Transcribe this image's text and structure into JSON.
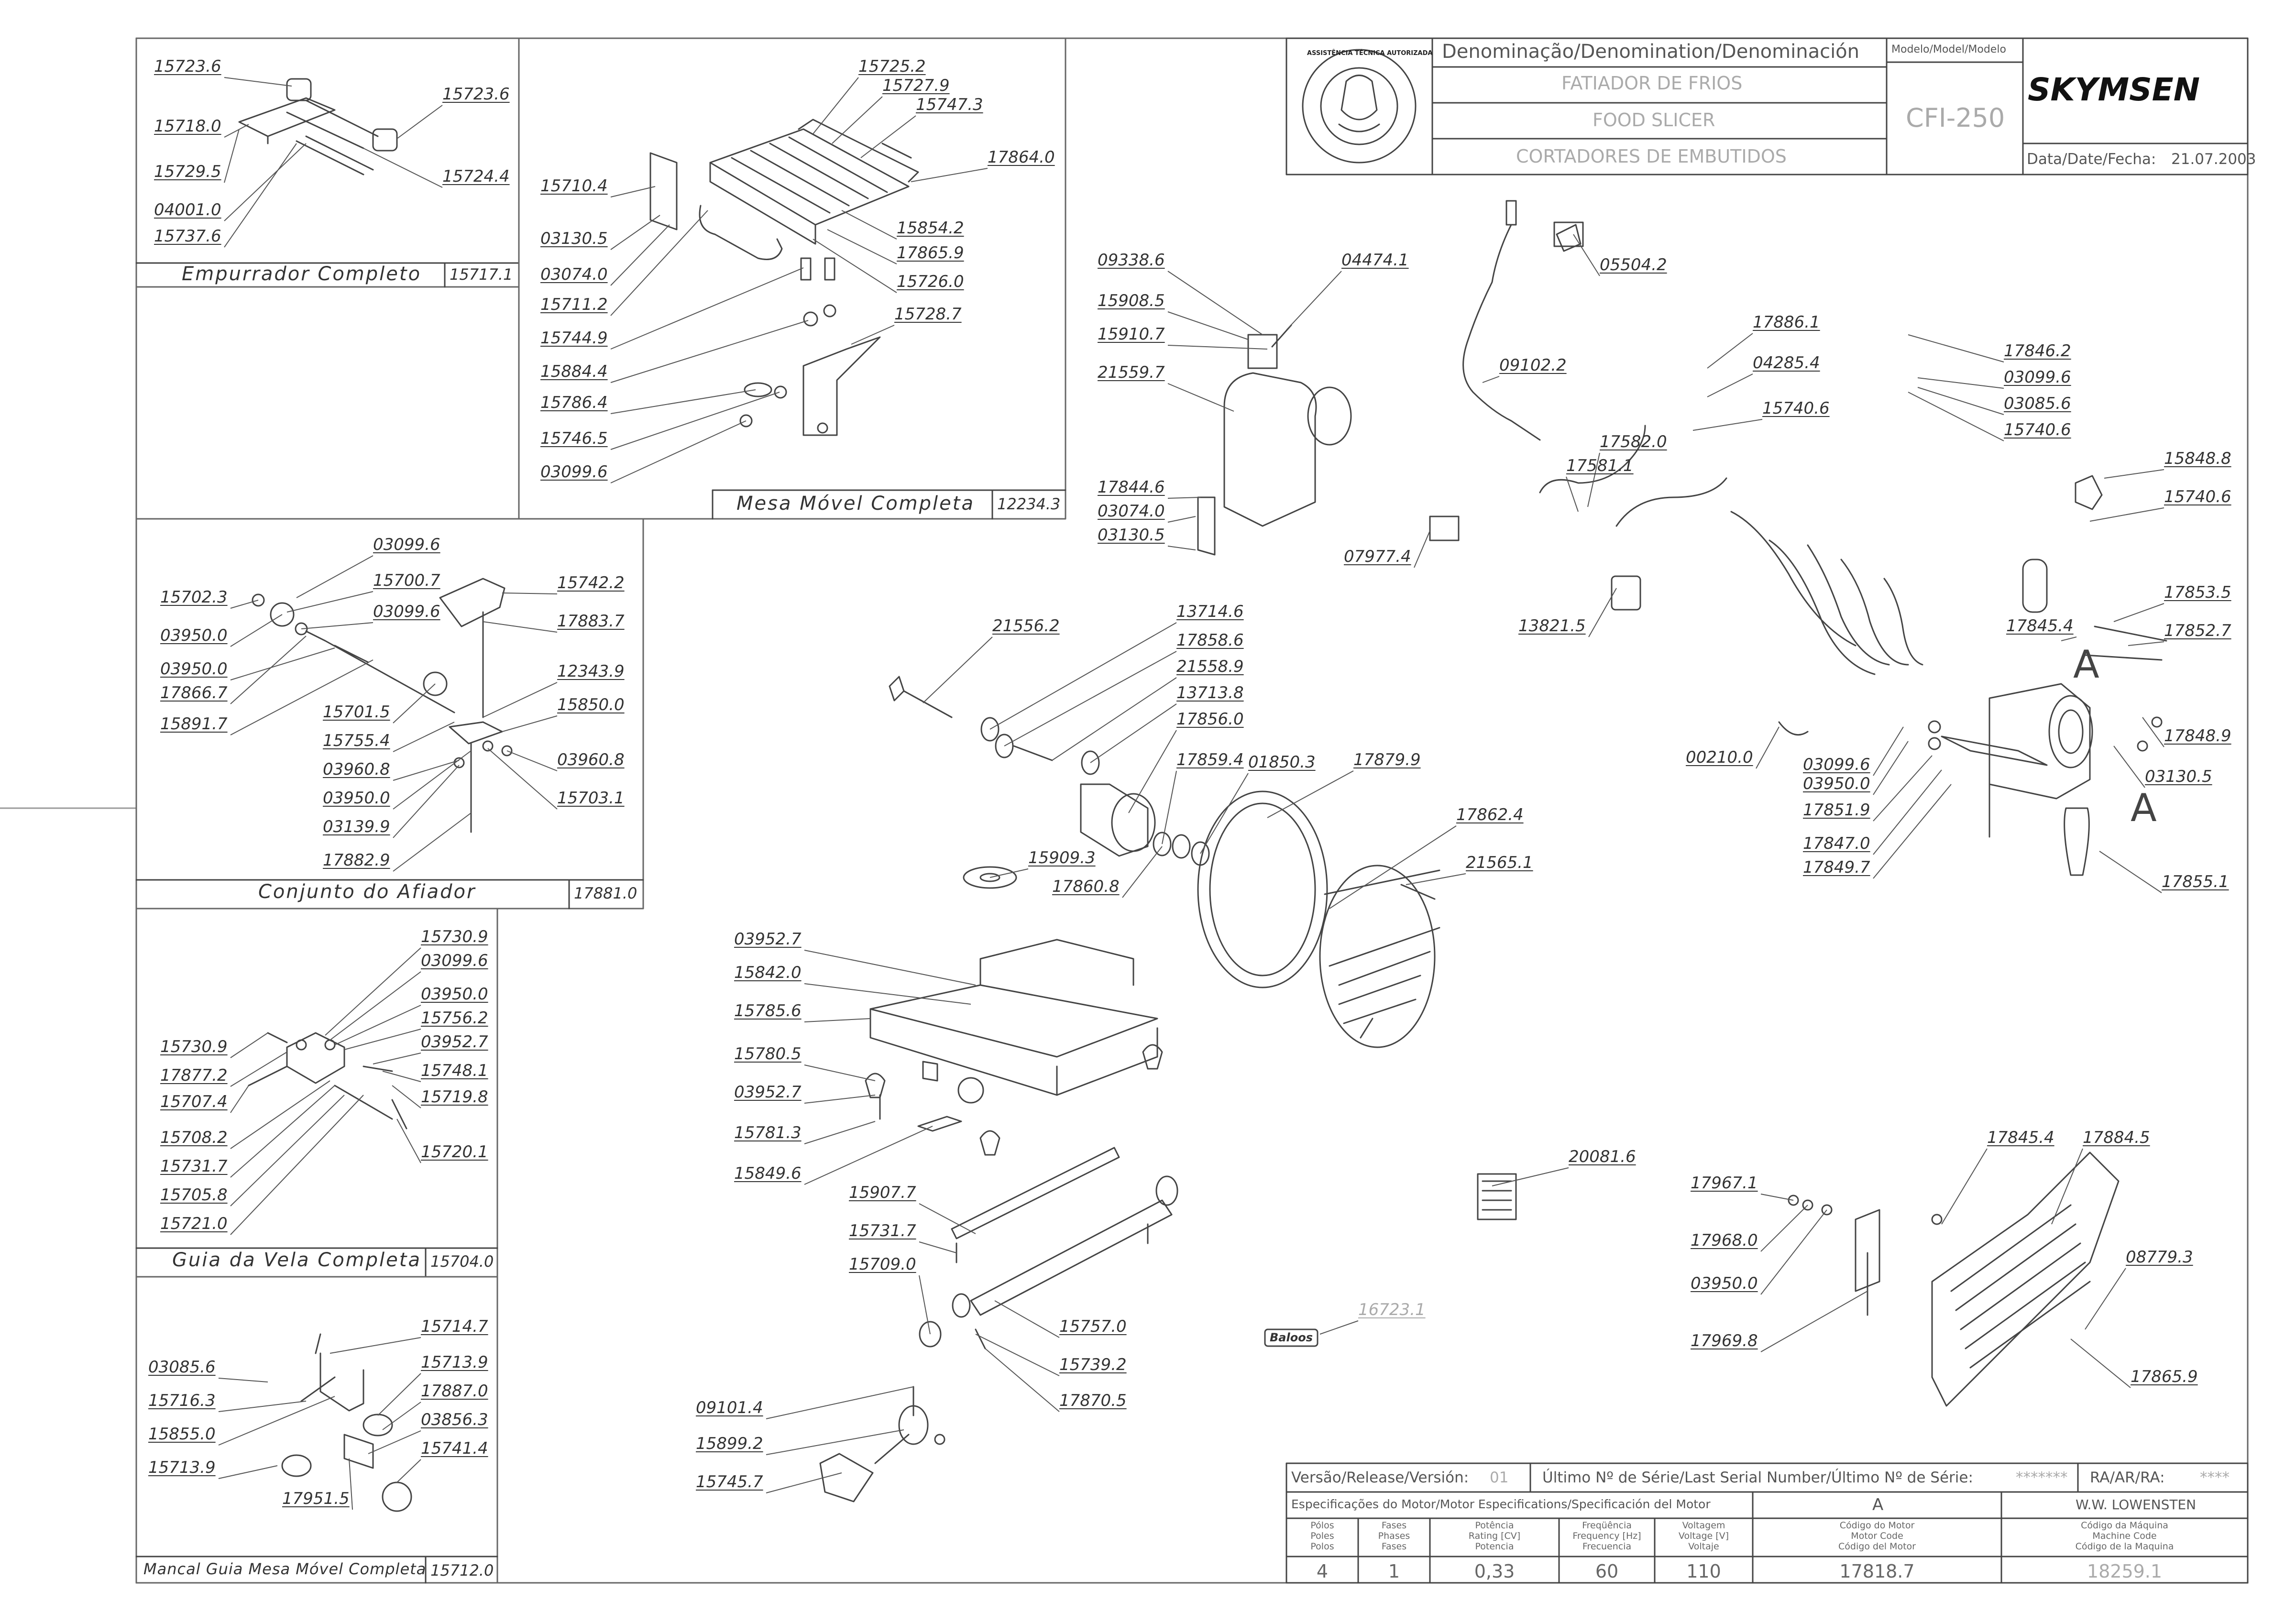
{
  "header": {
    "denomination_label": "Denominação/Denomination/Denominación",
    "model_label": "Modelo/Model/Modelo",
    "name_pt": "FATIADOR DE FRIOS",
    "name_en": "FOOD SLICER",
    "name_es": "CORTADORES DE EMBUTIDOS",
    "model": "CFI-250",
    "brand": "SKYMSEN",
    "date_label": "Data/Date/Fecha:",
    "date": "21.07.2003",
    "seal_text": "ASSISTÊNCIA TÉCNICA AUTORIZADA"
  },
  "subassemblies": [
    {
      "caption": "Empurrador Completo",
      "code": "15717.1"
    },
    {
      "caption": "Mesa Móvel Completa",
      "code": "12234.3"
    },
    {
      "caption": "Conjunto do Afiador",
      "code": "17881.0"
    },
    {
      "caption": "Guia da Vela Completa",
      "code": "15704.0"
    },
    {
      "caption": "Mancal Guia Mesa Móvel Completa",
      "code": "15712.0"
    }
  ],
  "part_numbers": {
    "empurrador": [
      "15723.6",
      "15723.6",
      "15718.0",
      "15729.5",
      "15724.4",
      "04001.0",
      "15737.6"
    ],
    "mesa_movel": [
      "15725.2",
      "15727.9",
      "15747.3",
      "17864.0",
      "15710.4",
      "03130.5",
      "15854.2",
      "17865.9",
      "03074.0",
      "15726.0",
      "15711.2",
      "15728.7",
      "15744.9",
      "15884.4",
      "15786.4",
      "15746.5",
      "03099.6"
    ],
    "afiador": [
      "03099.6",
      "15702.3",
      "15700.7",
      "15742.2",
      "03950.0",
      "03099.6",
      "17883.7",
      "03950.0",
      "17866.7",
      "12343.9",
      "15891.7",
      "15701.5",
      "15850.0",
      "15755.4",
      "03960.8",
      "03960.8",
      "03950.0",
      "15703.1",
      "03139.9",
      "17882.9"
    ],
    "guia_vela": [
      "15730.9",
      "03099.6",
      "03950.0",
      "15756.2",
      "15730.9",
      "03952.7",
      "17877.2",
      "15748.1",
      "15707.4",
      "15719.8",
      "15708.2",
      "15720.1",
      "15731.7",
      "15705.8",
      "15721.0"
    ],
    "mancal": [
      "15714.7",
      "15713.9",
      "03085.6",
      "17887.0",
      "15716.3",
      "03856.3",
      "15855.0",
      "15741.4",
      "15713.9",
      "17951.5"
    ],
    "main": [
      "09338.6",
      "04474.1",
      "15908.5",
      "15910.7",
      "21559.7",
      "17844.6",
      "03074.0",
      "03130.5",
      "05504.2",
      "09102.2",
      "17886.1",
      "04285.4",
      "15740.6",
      "17846.2",
      "03099.6",
      "03085.6",
      "15740.6",
      "17582.0",
      "17581.1",
      "07977.4",
      "13821.5",
      "15848.8",
      "15740.6",
      "17853.5",
      "17845.4",
      "17852.7",
      "17848.9",
      "03130.5",
      "00210.0",
      "03099.6",
      "03950.0",
      "17851.9",
      "17847.0",
      "17849.7",
      "17855.1",
      "21556.2",
      "13714.6",
      "17858.6",
      "21558.9",
      "13713.8",
      "17856.0",
      "17859.4",
      "01850.3",
      "17879.9",
      "17862.4",
      "21565.1",
      "17860.8",
      "15909.3",
      "03952.7",
      "15842.0",
      "15785.6",
      "15780.5",
      "03952.7",
      "15781.3",
      "15849.6",
      "15907.7",
      "15731.7",
      "15709.0",
      "15757.0",
      "15739.2",
      "17870.5",
      "09101.4",
      "15899.2",
      "15745.7",
      "20081.6",
      "16723.1",
      "17845.4",
      "17884.5",
      "17967.1",
      "17968.0",
      "03950.0",
      "08779.3",
      "17969.8",
      "17865.9"
    ]
  },
  "callout_letters": [
    "A",
    "A",
    "A"
  ],
  "decal_text": "Baloos",
  "footer": {
    "release_label": "Versão/Release/Versión:",
    "release": "01",
    "serial_label": "Último Nº de Série/Last Serial Number/Último Nº de Série:",
    "serial": "*******",
    "ra_label": "RA/AR/RA:",
    "ra": "****",
    "motor_spec_label": "Especificações do Motor/Motor Especifications/Specificación del Motor",
    "motor_spec_id": "A",
    "engineer": "W.W. LOWENSTEN",
    "col_poles": "Pólos\nPoles\nPolos",
    "col_phases": "Fases\nPhases\nFases",
    "col_power": "Potência\nRating [CV]\nPotencia",
    "col_frequency": "Freqüência\nFrequency [Hz]\nFrecuencia",
    "col_voltage": "Voltagem\nVoltage [V]\nVoltaje",
    "col_motor_code": "Código do Motor\nMotor Code\nCódigo del Motor",
    "col_machine_code": "Código da Máquina\nMachine Code\nCódigo de la Maquina",
    "poles": "4",
    "phases": "1",
    "power": "0,33",
    "frequency": "60",
    "voltage": "110",
    "motor_code": "17818.7",
    "machine_code": "18259.1"
  }
}
